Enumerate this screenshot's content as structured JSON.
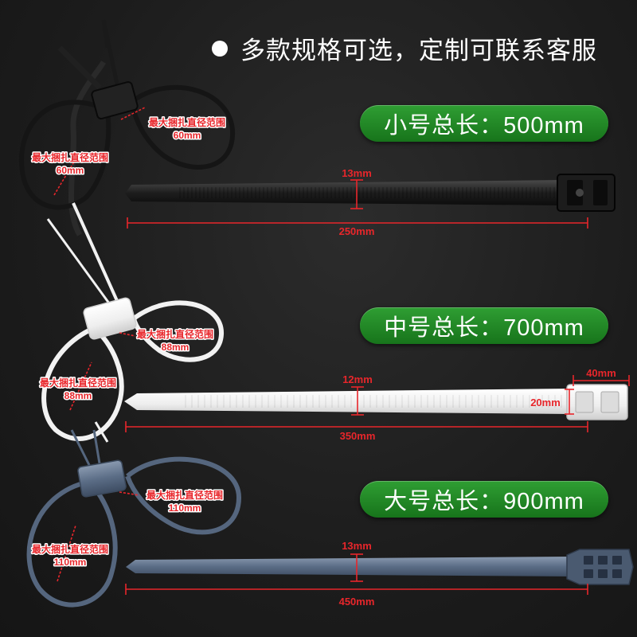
{
  "header": {
    "text": "多款规格可选，定制可联系客服"
  },
  "colors": {
    "accent_red": "#e8262b",
    "badge_green": "#22882a",
    "small_tie": "#1a1a1a",
    "medium_tie": "#f4f4f4",
    "large_tie": "#6b7d96"
  },
  "small": {
    "badge": "小号总长：500mm",
    "loop_label_upper": "最大捆扎直径范围",
    "loop_value_upper": "60mm",
    "loop_label_lower": "最大捆扎直径范围",
    "loop_value_lower": "60mm",
    "width": "13mm",
    "length": "250mm"
  },
  "medium": {
    "badge": "中号总长：700mm",
    "loop_label_upper": "最大捆扎直径范围",
    "loop_value_upper": "88mm",
    "loop_label_lower": "最大捆扎直径范围",
    "loop_value_lower": "88mm",
    "width": "12mm",
    "head_width": "40mm",
    "head_height": "20mm",
    "length": "350mm"
  },
  "large": {
    "badge": "大号总长：900mm",
    "loop_label_upper": "最大捆扎直径范围",
    "loop_value_upper": "110mm",
    "loop_label_lower": "最大捆扎直径范围",
    "loop_value_lower": "110mm",
    "width": "13mm",
    "length": "450mm"
  }
}
